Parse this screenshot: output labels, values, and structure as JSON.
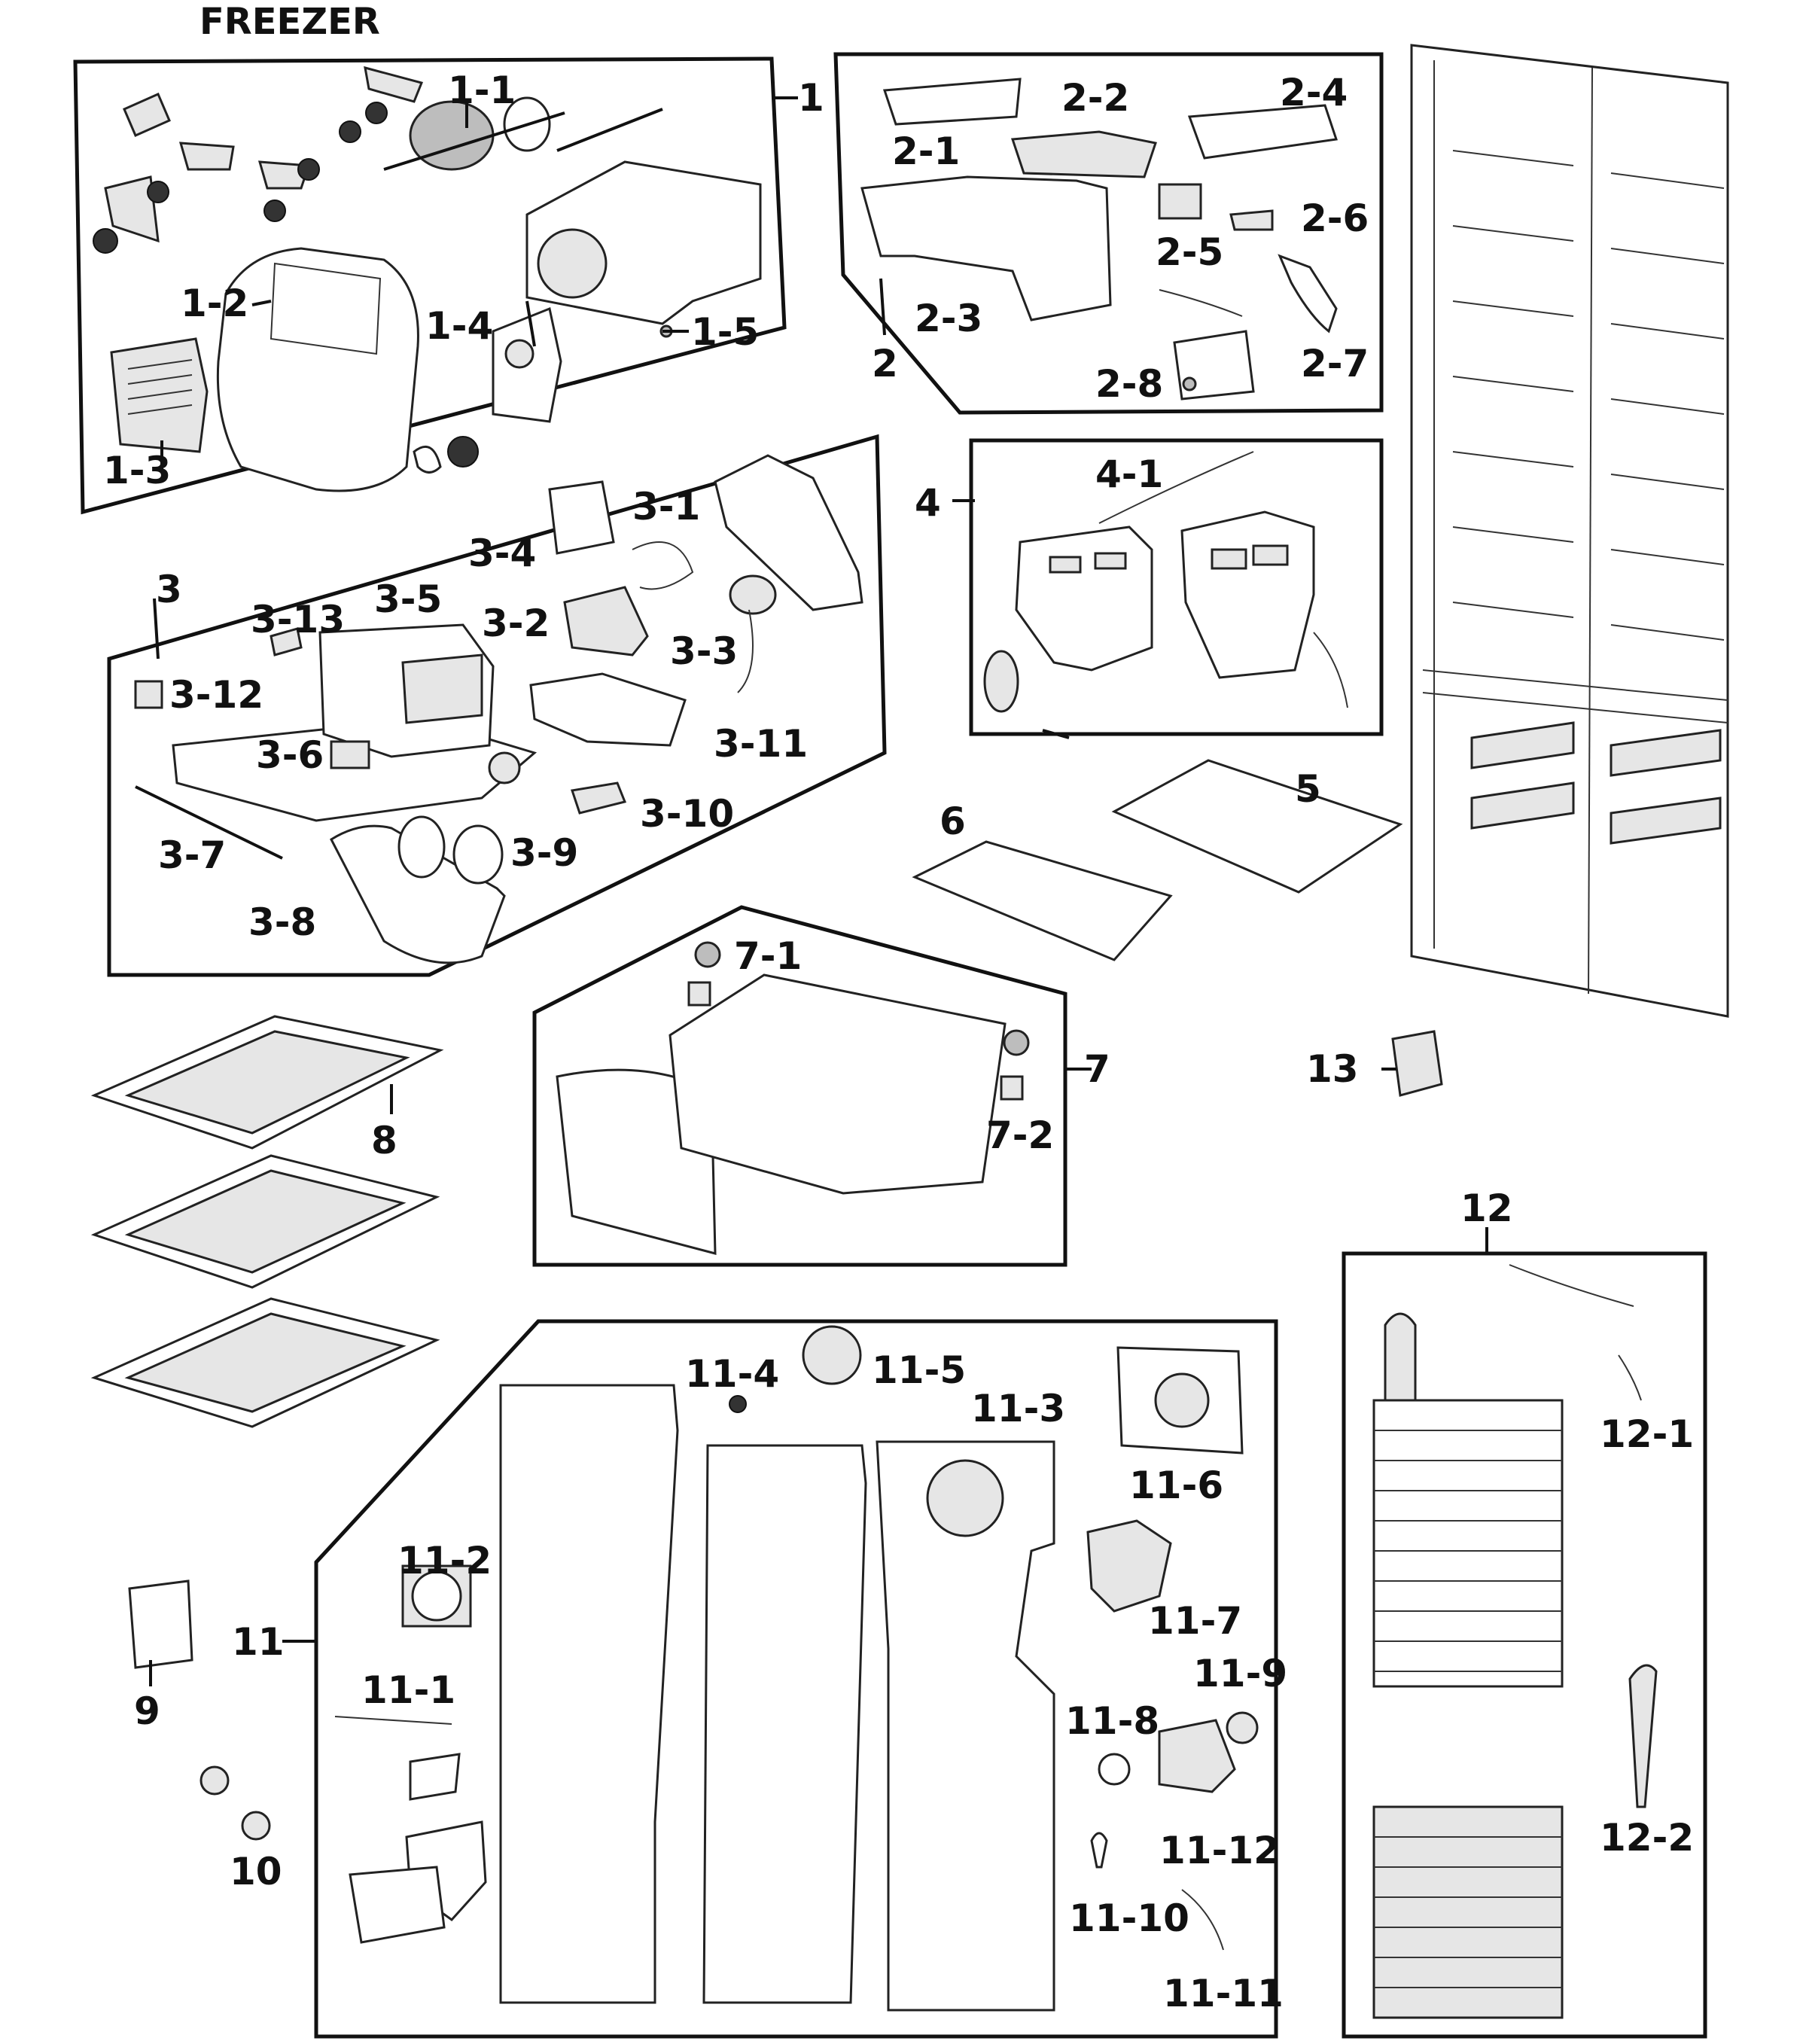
{
  "title": "FREEZER",
  "callouts": {
    "c1": "1",
    "c1_1": "1-1",
    "c1_2": "1-2",
    "c1_3": "1-3",
    "c1_4": "1-4",
    "c1_5": "1-5",
    "c2": "2",
    "c2_1": "2-1",
    "c2_2": "2-2",
    "c2_3": "2-3",
    "c2_4": "2-4",
    "c2_5": "2-5",
    "c2_6": "2-6",
    "c2_7": "2-7",
    "c2_8": "2-8",
    "c3": "3",
    "c3_1": "3-1",
    "c3_2": "3-2",
    "c3_3": "3-3",
    "c3_4": "3-4",
    "c3_5": "3-5",
    "c3_6": "3-6",
    "c3_7": "3-7",
    "c3_8": "3-8",
    "c3_9": "3-9",
    "c3_10": "3-10",
    "c3_11": "3-11",
    "c3_12": "3-12",
    "c3_13": "3-13",
    "c4": "4",
    "c4_1": "4-1",
    "c5": "5",
    "c6": "6",
    "c7": "7",
    "c7_1": "7-1",
    "c7_2": "7-2",
    "c8": "8",
    "c9": "9",
    "c10": "10",
    "c11": "11",
    "c11_1": "11-1",
    "c11_2": "11-2",
    "c11_3": "11-3",
    "c11_4": "11-4",
    "c11_5": "11-5",
    "c11_6": "11-6",
    "c11_7": "11-7",
    "c11_8": "11-8",
    "c11_9": "11-9",
    "c11_10": "11-10",
    "c11_11": "11-11",
    "c11_12": "11-12",
    "c12": "12",
    "c12_1": "12-1",
    "c12_2": "12-2",
    "c13": "13"
  }
}
